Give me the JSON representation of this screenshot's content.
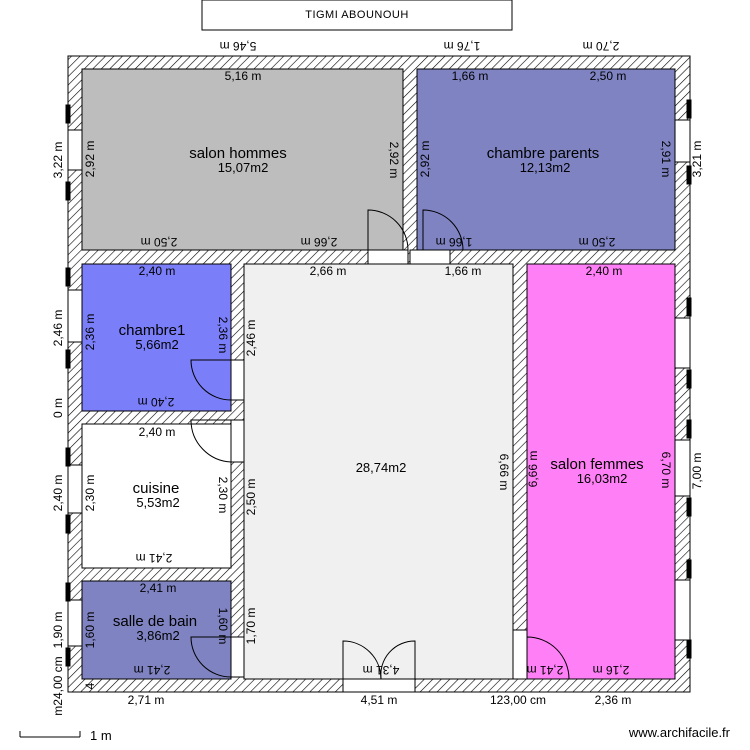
{
  "title": "TIGMI ABOUNOUH",
  "rooms": {
    "salon_hommes": {
      "name": "salon hommes",
      "area": "15,07m2",
      "color": "#bdbdbd"
    },
    "chambre_parents": {
      "name": "chambre parents",
      "area": "12,13m2",
      "color": "#7f83c2"
    },
    "chambre1": {
      "name": "chambre1",
      "area": "5,66m2",
      "color": "#7b7ef9"
    },
    "cuisine": {
      "name": "cuisine",
      "area": "5,53m2",
      "color": "#ffffff"
    },
    "salle_de_bain": {
      "name": "salle de bain",
      "area": "3,86m2",
      "color": "#7f83c2"
    },
    "hall": {
      "name": "",
      "area": "28,74m2",
      "color": "#f0f0f0"
    },
    "salon_femmes": {
      "name": "salon femmes",
      "area": "16,03m2",
      "color": "#ff80f6"
    }
  },
  "dimensions": {
    "top_ext_1": "5,46 m",
    "top_ext_2": "1,76 m",
    "top_ext_3": "2,70 m",
    "sh_top": "5,16 m",
    "sh_bottom": "2,50 m",
    "sh_bottom2": "2,66 m",
    "sh_left": "2,92 m",
    "sh_right": "2,92 m",
    "cp_top1": "1,66 m",
    "cp_top2": "2,50 m",
    "cp_bottom1": "1,66 m",
    "cp_bottom2": "2,50 m",
    "cp_left": "2,92 m",
    "cp_right": "2,91 m",
    "left_ext_1": "3,22 m",
    "right_ext_1": "3,21 m",
    "c1_top": "2,40 m",
    "c1_bottom": "2,40 m",
    "c1_left": "2,36 m",
    "c1_right": "2,36 m",
    "hall_top1": "2,66 m",
    "hall_top2": "1,66 m",
    "hall_right": "6,66 m",
    "hall_left": "2,50 m",
    "hall_left2": "1,70 m",
    "hall_left3": "2,46 m",
    "left_ext_2": "2,46 m",
    "left_ext_0": "0 m",
    "cu_top": "2,40 m",
    "cu_bottom": "2,41 m",
    "cu_left": "2,30 m",
    "cu_right": "2,30 m",
    "left_ext_3": "2,40 m",
    "sb_top": "2,41 m",
    "sb_bottom": "2,41 m",
    "sb_left": "1,60 m",
    "sb_right": "1,60 m",
    "left_ext_4": "1,90 m",
    "sf_top": "2,40 m",
    "sf_left": "6,66 m",
    "sf_right": "6,70 m",
    "sf_bottom": "2,16 m",
    "sf_bottom2": "2,41 m",
    "right_ext_2": "7,00 m",
    "hall_bottom": "4,31 m",
    "bottom_ext_1": "2,71 m",
    "bottom_ext_2": "4,51 m",
    "bottom_ext_3": "123,00 cm",
    "bottom_ext_4": "2,36 m",
    "left_ext_5": "4",
    "left_ext_6": "m24,00 cm",
    "left_ext_7": "m24,00 cm"
  },
  "scale_label": "1 m",
  "watermark": "www.archifacile.fr"
}
